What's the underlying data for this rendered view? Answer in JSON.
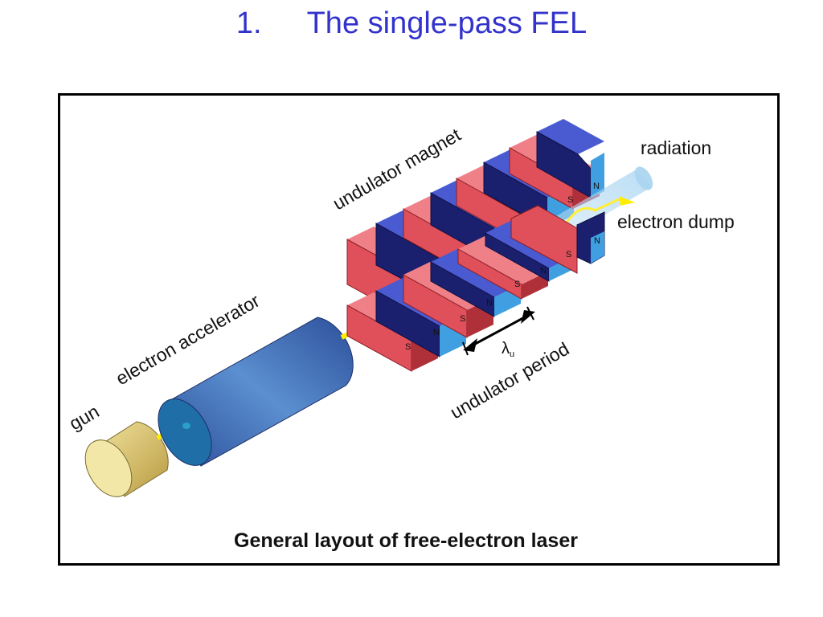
{
  "slide": {
    "number": "1.",
    "title": "The single-pass FEL"
  },
  "diagram": {
    "caption": "General layout of free-electron laser",
    "labels": {
      "gun": "gun",
      "accelerator": "electron accelerator",
      "undulator_magnet": "undulator magnet",
      "radiation": "radiation",
      "electron_dump": "electron dump",
      "undulator_period": "undulator period",
      "lambda": "λ",
      "lambda_sub": "u"
    },
    "pole_labels": {
      "south": "S",
      "north": "N"
    },
    "colors": {
      "title": "#3333cc",
      "red_magnet": "#e0505a",
      "blue_magnet": "#3f9fe0",
      "dark_blue_magnet": "#1a1f6e",
      "beam": "#ffff33",
      "radiation": "#a8d4f0",
      "gun": "#e8d890",
      "accelerator": "#3a6fb8"
    }
  }
}
